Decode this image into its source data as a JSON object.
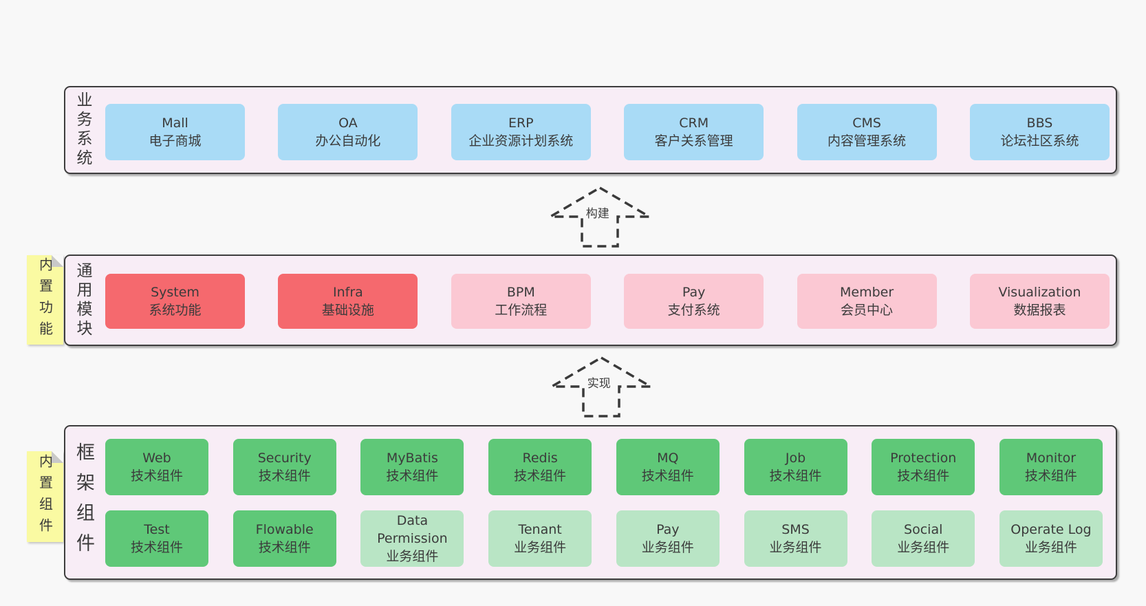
{
  "colors": {
    "page_bg": "#f8f8f8",
    "band_bg": "#f8edf6",
    "band_border": "#3d3d3d",
    "blue_box": "#a9dbf6",
    "red_box": "#f5696e",
    "pink_box": "#fbc8d3",
    "green_box": "#5fc878",
    "light_green_box": "#b9e5c5",
    "note_yellow": "#fafaa2",
    "note_fold_gray": "#c9c9c9",
    "text": "#3b3b3b"
  },
  "bands": {
    "business": {
      "side_label": "业务系统",
      "boxes": [
        {
          "name": "Mall",
          "desc": "电子商城"
        },
        {
          "name": "OA",
          "desc": "办公自动化"
        },
        {
          "name": "ERP",
          "desc": "企业资源计划系统"
        },
        {
          "name": "CRM",
          "desc": "客户关系管理"
        },
        {
          "name": "CMS",
          "desc": "内容管理系统"
        },
        {
          "name": "BBS",
          "desc": "论坛社区系统"
        }
      ]
    },
    "modules": {
      "side_label": "通用模块",
      "note": "内置功能",
      "boxes": [
        {
          "name": "System",
          "desc": "系统功能"
        },
        {
          "name": "Infra",
          "desc": "基础设施"
        },
        {
          "name": "BPM",
          "desc": "工作流程"
        },
        {
          "name": "Pay",
          "desc": "支付系统"
        },
        {
          "name": "Member",
          "desc": "会员中心"
        },
        {
          "name": "Visualization",
          "desc": "数据报表"
        }
      ]
    },
    "framework": {
      "side_label": "框架组件",
      "note": "内置组件",
      "row1": [
        {
          "name": "Web",
          "desc": "技术组件"
        },
        {
          "name": "Security",
          "desc": "技术组件"
        },
        {
          "name": "MyBatis",
          "desc": "技术组件"
        },
        {
          "name": "Redis",
          "desc": "技术组件"
        },
        {
          "name": "MQ",
          "desc": "技术组件"
        },
        {
          "name": "Job",
          "desc": "技术组件"
        },
        {
          "name": "Protection",
          "desc": "技术组件"
        },
        {
          "name": "Monitor",
          "desc": "技术组件"
        }
      ],
      "row2": [
        {
          "name": "Test",
          "desc": "技术组件"
        },
        {
          "name": "Flowable",
          "desc": "技术组件"
        },
        {
          "name": "Data Permission",
          "desc": "业务组件"
        },
        {
          "name": "Tenant",
          "desc": "业务组件"
        },
        {
          "name": "Pay",
          "desc": "业务组件"
        },
        {
          "name": "SMS",
          "desc": "业务组件"
        },
        {
          "name": "Social",
          "desc": "业务组件"
        },
        {
          "name": "Operate Log",
          "desc": "业务组件"
        }
      ]
    }
  },
  "arrows": {
    "build": "构建",
    "implement": "实现"
  }
}
